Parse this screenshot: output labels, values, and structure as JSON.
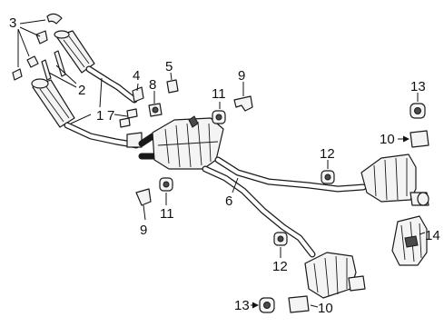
{
  "diagram": {
    "callouts": {
      "c1a": "1",
      "c1b": "1",
      "c2": "2",
      "c3": "3",
      "c4": "4",
      "c5": "5",
      "c6": "6",
      "c7": "7",
      "c8": "8",
      "c9a": "9",
      "c9b": "9",
      "c10a": "10",
      "c10b": "10",
      "c11a": "11",
      "c11b": "11",
      "c12a": "12",
      "c12b": "12",
      "c13a": "13",
      "c13b": "13",
      "c14": "14"
    }
  }
}
